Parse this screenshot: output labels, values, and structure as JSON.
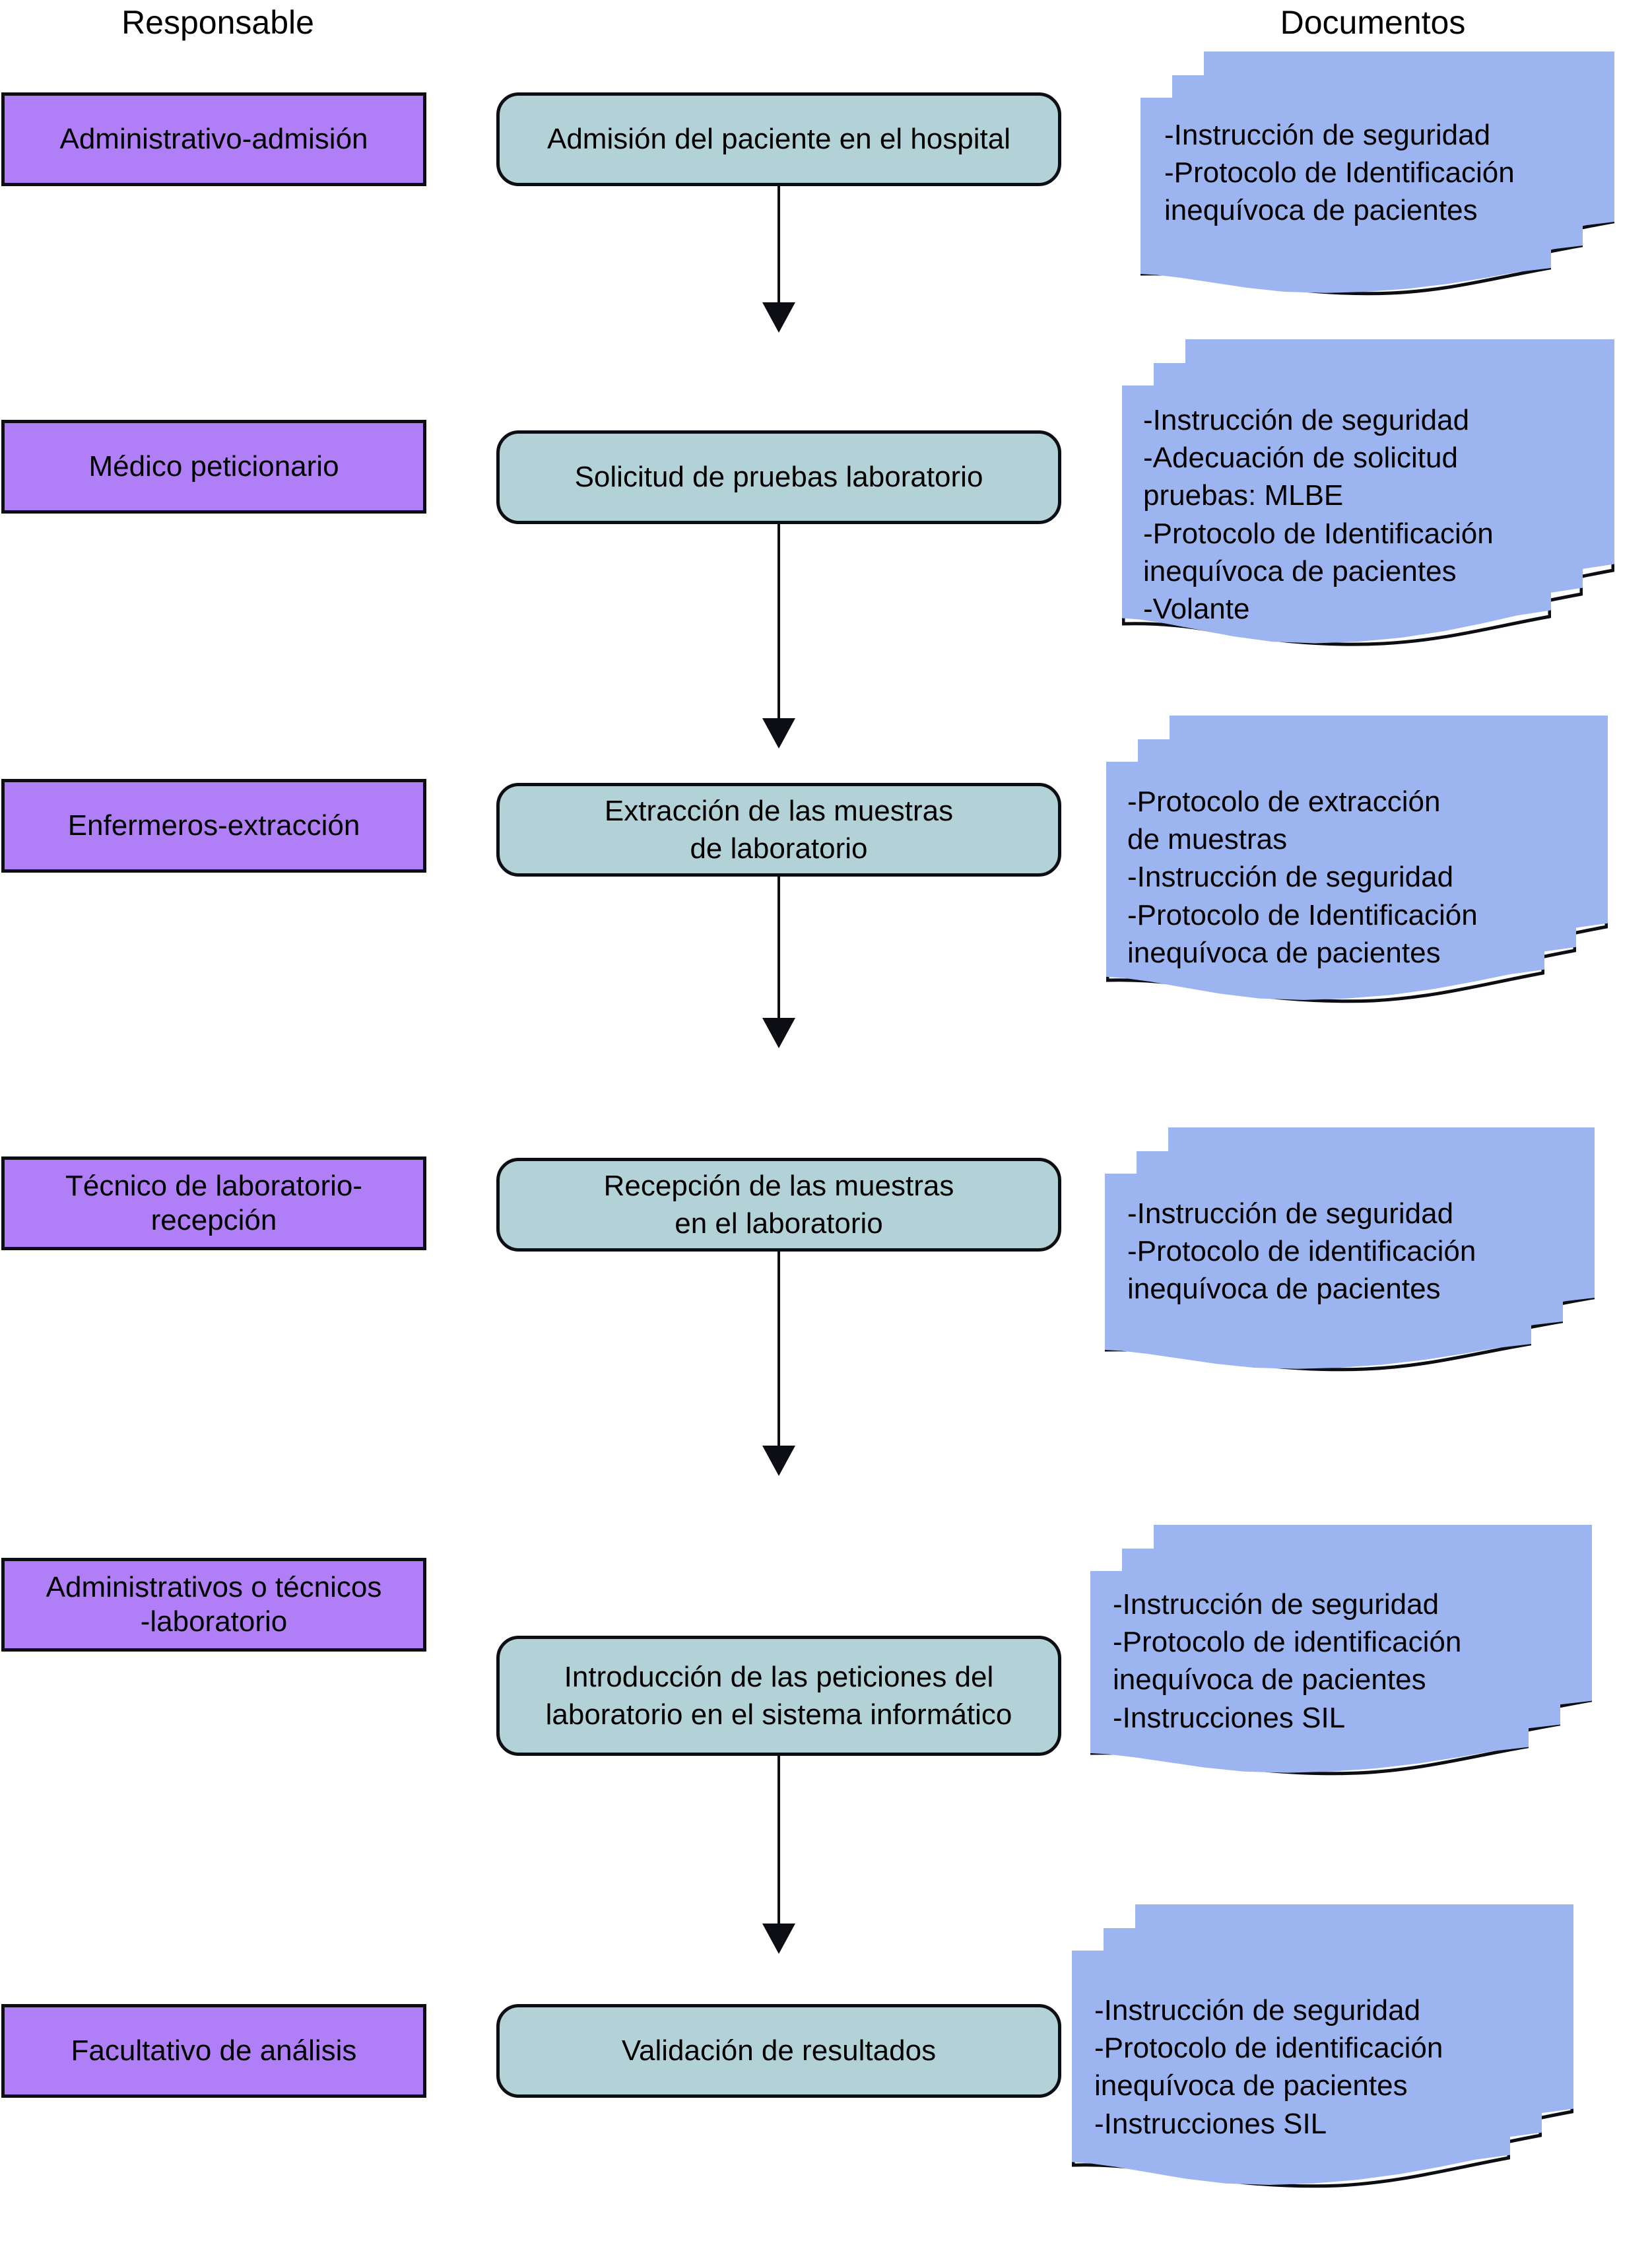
{
  "headers": {
    "responsable": "Responsable",
    "documentos": "Documentos"
  },
  "colors": {
    "responsable_fill": "#b07ef6",
    "proceso_fill": "#b3d2d8",
    "documento_fill": "#9cb5f1",
    "stroke": "#0d0d14",
    "background": "#ffffff"
  },
  "rows": [
    {
      "responsable": "Administrativo-admisión",
      "proceso": "Admisión del paciente en el hospital",
      "documentos": "-Instrucción de seguridad\n-Protocolo de Identificación\ninequívoca de pacientes"
    },
    {
      "responsable": "Médico peticionario",
      "proceso": "Solicitud de pruebas laboratorio",
      "documentos": "-Instrucción de seguridad\n-Adecuación de solicitud\npruebas: MLBE\n-Protocolo de Identificación\ninequívoca de pacientes\n-Volante"
    },
    {
      "responsable": "Enfermeros-extracción",
      "proceso": "Extracción de las muestras\nde laboratorio",
      "documentos": "-Protocolo de extracción\nde muestras\n-Instrucción de seguridad\n-Protocolo de Identificación\ninequívoca de pacientes"
    },
    {
      "responsable": "Técnico de laboratorio-\nrecepción",
      "proceso": "Recepción de las muestras\nen el laboratorio",
      "documentos": "-Instrucción de seguridad\n-Protocolo de identificación\ninequívoca de pacientes"
    },
    {
      "responsable": "Administrativos o técnicos\n-laboratorio",
      "proceso": "Introducción de las peticiones del\nlaboratorio en el sistema informático",
      "documentos": "-Instrucción de seguridad\n-Protocolo de identificación\ninequívoca de pacientes\n-Instrucciones SIL"
    },
    {
      "responsable": "Facultativo de análisis",
      "proceso": "Validación de resultados",
      "documentos": "-Instrucción de seguridad\n-Protocolo de identificación\ninequívoca de pacientes\n-Instrucciones SIL"
    }
  ],
  "arrows": [
    {
      "from": "Admisión del paciente en el hospital",
      "to": "Solicitud de pruebas laboratorio"
    },
    {
      "from": "Solicitud de pruebas laboratorio",
      "to": "Extracción de las muestras de laboratorio"
    },
    {
      "from": "Extracción de las muestras de laboratorio",
      "to": "Recepción de las muestras en el laboratorio"
    },
    {
      "from": "Recepción de las muestras en el laboratorio",
      "to": "Introducción de las peticiones del laboratorio en el sistema informático"
    },
    {
      "from": "Introducción de las peticiones del laboratorio en el sistema informático",
      "to": "Validación de resultados"
    }
  ]
}
